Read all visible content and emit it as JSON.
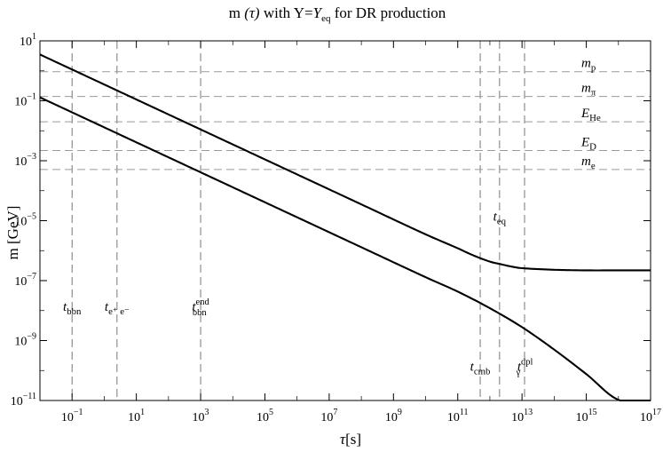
{
  "chart_data": {
    "type": "line",
    "title_parts": {
      "m": "m",
      "tau": "(τ)",
      "with": "with",
      "y": "Y=",
      "yeq": "Y",
      "eq_sub": "eq",
      "rest": "for DR production"
    },
    "xlabel": {
      "tau": "τ",
      "unit": "[s]"
    },
    "ylabel": "m [GeV]",
    "x_scale": "log",
    "y_scale": "log",
    "xlim": [
      0.01,
      1e+17
    ],
    "ylim": [
      1e-11,
      10
    ],
    "grid": false,
    "x_ticks": [
      {
        "value": 0.1,
        "base": "10",
        "exp": "−1"
      },
      {
        "value": 10,
        "base": "10",
        "exp": "1"
      },
      {
        "value": 1000,
        "base": "10",
        "exp": "3"
      },
      {
        "value": 100000.0,
        "base": "10",
        "exp": "5"
      },
      {
        "value": 10000000.0,
        "base": "10",
        "exp": "7"
      },
      {
        "value": 1000000000.0,
        "base": "10",
        "exp": "9"
      },
      {
        "value": 100000000000.0,
        "base": "10",
        "exp": "11"
      },
      {
        "value": 10000000000000.0,
        "base": "10",
        "exp": "13"
      },
      {
        "value": 1000000000000000.0,
        "base": "10",
        "exp": "15"
      },
      {
        "value": 1e+17,
        "base": "10",
        "exp": "17"
      }
    ],
    "y_ticks": [
      {
        "value": 10,
        "base": "10",
        "exp": "1"
      },
      {
        "value": 0.1,
        "base": "10",
        "exp": "−1"
      },
      {
        "value": 0.001,
        "base": "10",
        "exp": "−3"
      },
      {
        "value": 1e-05,
        "base": "10",
        "exp": "−5"
      },
      {
        "value": 1e-07,
        "base": "10",
        "exp": "−7"
      },
      {
        "value": 1e-09,
        "base": "10",
        "exp": "−9"
      },
      {
        "value": 1e-11,
        "base": "10",
        "exp": "−11"
      }
    ],
    "series": [
      {
        "x": [
          0.01,
          1,
          100,
          10000,
          1000000.0,
          100000000.0,
          10000000000.0,
          100000000000.0,
          300000000000.0,
          1000000000000.0,
          2000000000000.0,
          5000000000000.0,
          10000000000000.0,
          100000000000000.0,
          1000000000000000.0,
          1e+16,
          1e+17
        ],
        "y": [
          3.5,
          0.35,
          0.035,
          0.0035,
          0.00035,
          3.5e-05,
          3.5e-06,
          1.2e-06,
          7e-07,
          4.3e-07,
          3.6e-07,
          2.9e-07,
          2.6e-07,
          2.3e-07,
          2.2e-07,
          2.2e-07,
          2.2e-07
        ]
      },
      {
        "x": [
          0.01,
          1,
          100,
          10000,
          1000000.0,
          100000000.0,
          10000000000.0,
          100000000000.0,
          1000000000000.0,
          10000000000000.0,
          100000000000000.0,
          1000000000000000.0,
          1e+16,
          1e+17
        ],
        "y": [
          0.13,
          0.013,
          0.0013,
          0.00013,
          1.3e-05,
          1.3e-06,
          1.3e-07,
          4.3e-08,
          1.2e-08,
          2.8e-09,
          5e-10,
          7.6e-11,
          1.05e-11,
          1e-11
        ]
      }
    ],
    "hlines": [
      {
        "y": 0.938,
        "label": "m",
        "sub": "p",
        "sup": ""
      },
      {
        "y": 0.14,
        "label": "m",
        "sub": "π",
        "sup": ""
      },
      {
        "y": 0.02,
        "label": "E",
        "sub": "He",
        "sup": ""
      },
      {
        "y": 0.0022,
        "label": "E",
        "sub": "D",
        "sup": ""
      },
      {
        "y": 0.000511,
        "label": "m",
        "sub": "e",
        "sup": ""
      }
    ],
    "vlines": [
      {
        "x": 0.1,
        "label": "t",
        "sub": "bbn",
        "sup": "",
        "label_y": 1e-08
      },
      {
        "x": 2.5,
        "label": "t",
        "sub": "e⁺ e⁻",
        "sup": "",
        "label_y": 1e-08
      },
      {
        "x": 1000,
        "label": "t",
        "sub": "bbn",
        "sup": "end",
        "label_y": 1e-08
      },
      {
        "x": 500000000000.0,
        "label": "t",
        "sub": "cmb",
        "sup": "",
        "label_y": 1e-10
      },
      {
        "x": 2000000000000.0,
        "label": "t",
        "sub": "eq",
        "sup": "",
        "label_y": 1e-05
      },
      {
        "x": 12000000000000.0,
        "label": "t",
        "sub": "γ",
        "sup": "dpl",
        "label_y": 1e-10
      }
    ]
  }
}
